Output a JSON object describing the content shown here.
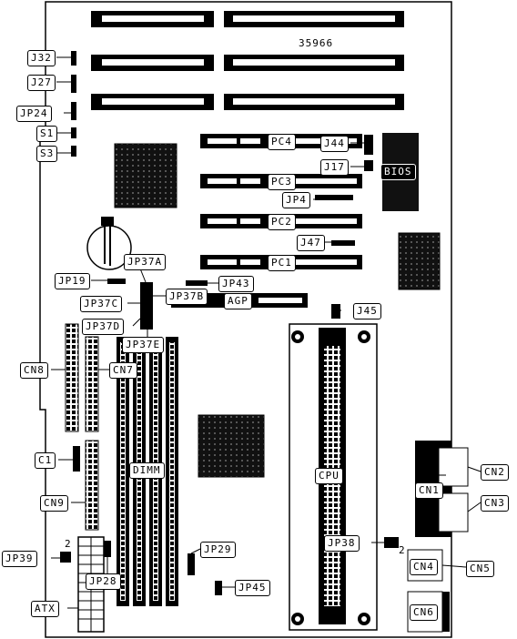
{
  "board_number": "35966",
  "pin_mark": "2",
  "components": {
    "pc_slots": [
      "PC4",
      "PC3",
      "PC2",
      "PC1"
    ],
    "agp": "AGP",
    "bios": "BIOS",
    "dimm": "DIMM",
    "cpu": "CPU",
    "atx": "ATX"
  },
  "connectors": {
    "cn1": "CN1",
    "cn2": "CN2",
    "cn3": "CN3",
    "cn4": "CN4",
    "cn5": "CN5",
    "cn6": "CN6",
    "cn7": "CN7",
    "cn8": "CN8",
    "cn9": "CN9"
  },
  "jumpers": {
    "j32": "J32",
    "j27": "J27",
    "jp24": "JP24",
    "s1": "S1",
    "s3": "S3",
    "j44": "J44",
    "j17": "J17",
    "jp4": "JP4",
    "j47": "J47",
    "jp37a": "JP37A",
    "jp19": "JP19",
    "jp43": "JP43",
    "jp37b": "JP37B",
    "jp37c": "JP37C",
    "jp37d": "JP37D",
    "jp37e": "JP37E",
    "j45": "J45",
    "c1": "C1",
    "jp39": "JP39",
    "jp28": "JP28",
    "jp29": "JP29",
    "jp38": "JP38",
    "jp45": "JP45"
  }
}
